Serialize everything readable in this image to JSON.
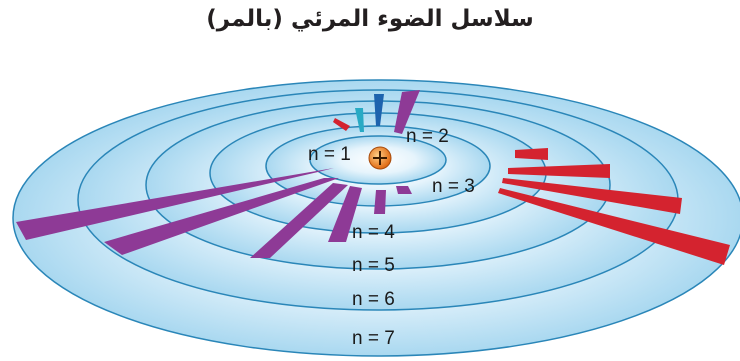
{
  "title": "سلاسل الضوء المرئي (بالمر)",
  "levels": [
    {
      "label": "n = 1"
    },
    {
      "label": "n = 2"
    },
    {
      "label": "n = 3"
    },
    {
      "label": "n = 4"
    },
    {
      "label": "n = 5"
    },
    {
      "label": "n = 6"
    },
    {
      "label": "n = 7"
    }
  ],
  "nucleus": {
    "symbol": "+",
    "color": "#e8741c"
  },
  "colors": {
    "ring_light": "#e9f6fd",
    "ring_dark": "#b6dff3",
    "ring_stroke": "#2a86b8",
    "balmer_transition": "#8e3a96",
    "emission_arrow": "#d4232f",
    "cyan_line": "#28aac4",
    "blue_line": "#1d63ae"
  }
}
